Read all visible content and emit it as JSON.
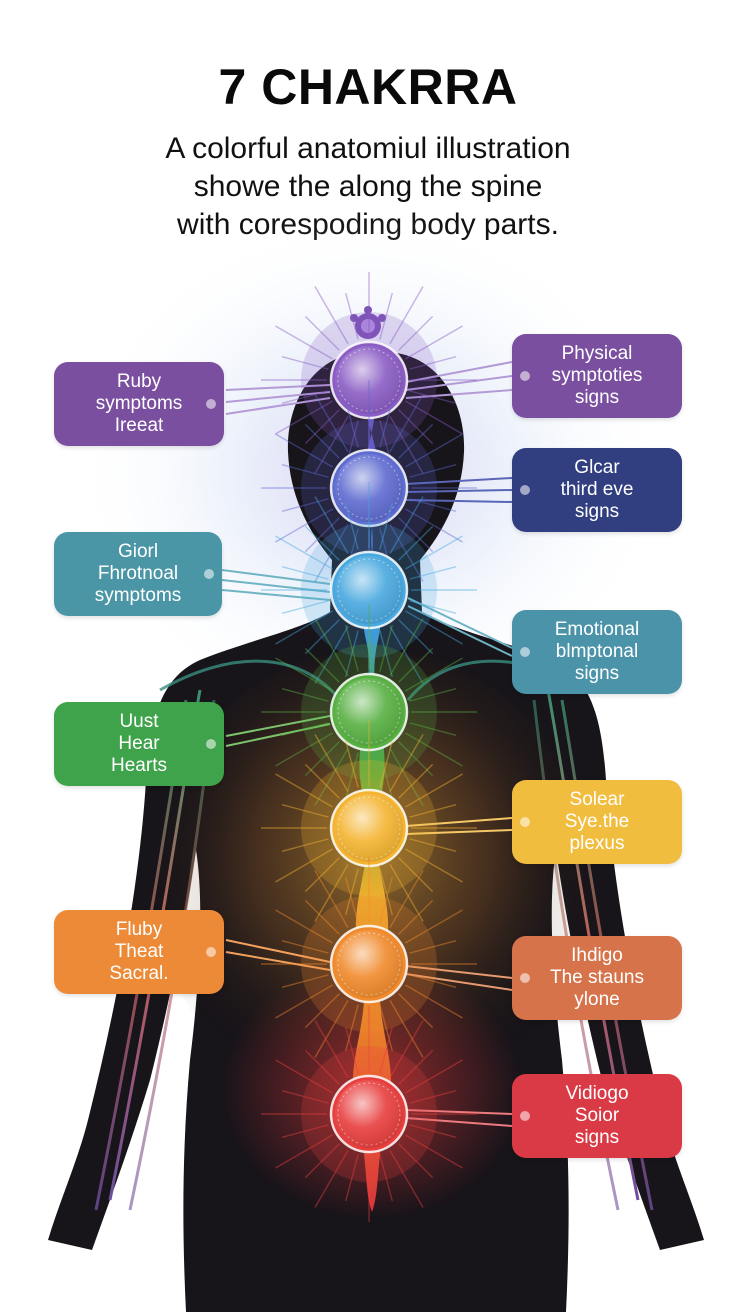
{
  "title": "7 CHAKRRA",
  "subtitle": [
    "A colorful anatomiul illustration",
    "showe the along the spine",
    "with corespoding body parts."
  ],
  "colors": {
    "violet": "#7a4fa0",
    "indigo": "#313e80",
    "teal": "#4a96a6",
    "green": "#3fa34b",
    "yellow": "#f1bd3f",
    "orange": "#ec8a37",
    "red": "#dd3a45"
  },
  "chakras": [
    {
      "color": "#8a5cc4"
    },
    {
      "color": "#5e6bd0"
    },
    {
      "color": "#48a8df"
    },
    {
      "color": "#58b043"
    },
    {
      "color": "#f4b431"
    },
    {
      "color": "#f08a2c"
    },
    {
      "color": "#e83e3e"
    }
  ],
  "left_labels": [
    {
      "lines": [
        "Ruby",
        "symptoms",
        "Ireeat"
      ],
      "color": "#7a4fa0"
    },
    {
      "lines": [
        "Giorl",
        "Fhrotnoal",
        "symptoms"
      ],
      "color": "#4a96a6"
    },
    {
      "lines": [
        "Uust",
        "Hear",
        "Hearts"
      ],
      "color": "#3fa34b"
    },
    {
      "lines": [
        "Fluby",
        "Theat",
        "Sacral."
      ],
      "color": "#ec8a37"
    }
  ],
  "right_labels": [
    {
      "lines": [
        "Physical",
        "symptoties",
        "signs"
      ],
      "color": "#7a4fa0"
    },
    {
      "lines": [
        "Glcar",
        "third eve",
        "signs"
      ],
      "color": "#313e80"
    },
    {
      "lines": [
        "Emotional",
        "blmptonal",
        "signs"
      ],
      "color": "#4a93a8"
    },
    {
      "lines": [
        "Solear",
        "Sye.the",
        "plexus"
      ],
      "color": "#f1bd3f"
    },
    {
      "lines": [
        "Ihdigo",
        "The stauns",
        "ylone"
      ],
      "color": "#d6734a"
    },
    {
      "lines": [
        "Vidiogo",
        "Soior",
        "signs"
      ],
      "color": "#d93a46"
    }
  ]
}
